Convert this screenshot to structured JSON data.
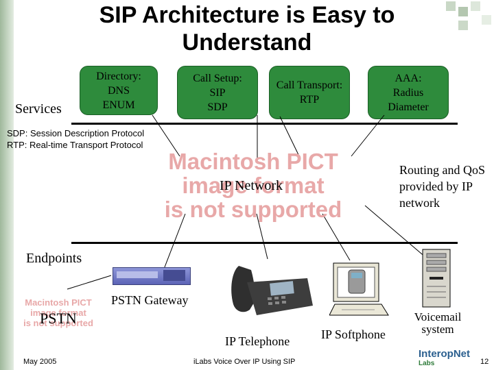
{
  "title": "SIP Architecture is Easy to Understand",
  "services_label": "Services",
  "boxes": {
    "directory": "Directory:\nDNS\nENUM",
    "call_setup": "Call Setup:\nSIP\nSDP",
    "call_transport": "Call Transport:\nRTP",
    "aaa": "AAA:\nRadius\nDiameter"
  },
  "definitions": {
    "sdp": "SDP:  Session Description Protocol",
    "rtp": "RTP:  Real-time Transport Protocol"
  },
  "pict_large": [
    "Macintosh PICT",
    "image format",
    "is not supported"
  ],
  "pict_small": [
    "Macintosh PICT",
    "image format",
    "is not supported"
  ],
  "ip_network": "IP Network",
  "routing_note": "Routing and QoS provided by IP network",
  "endpoints_label": "Endpoints",
  "pstn_gateway": "PSTN Gateway",
  "pstn": "PSTN",
  "ip_telephone": "IP Telephone",
  "ip_softphone": "IP Softphone",
  "voicemail": "Voicemail\nsystem",
  "footer": {
    "date": "May 2005",
    "center": "iLabs Voice Over IP Using SIP",
    "page": "12",
    "logo_text": "InteropNet",
    "logo_sub": "Labs"
  },
  "colors": {
    "box": "#2e8b3c",
    "pict_text": "#e8a8a8",
    "sidebar": "#9fb89b"
  }
}
